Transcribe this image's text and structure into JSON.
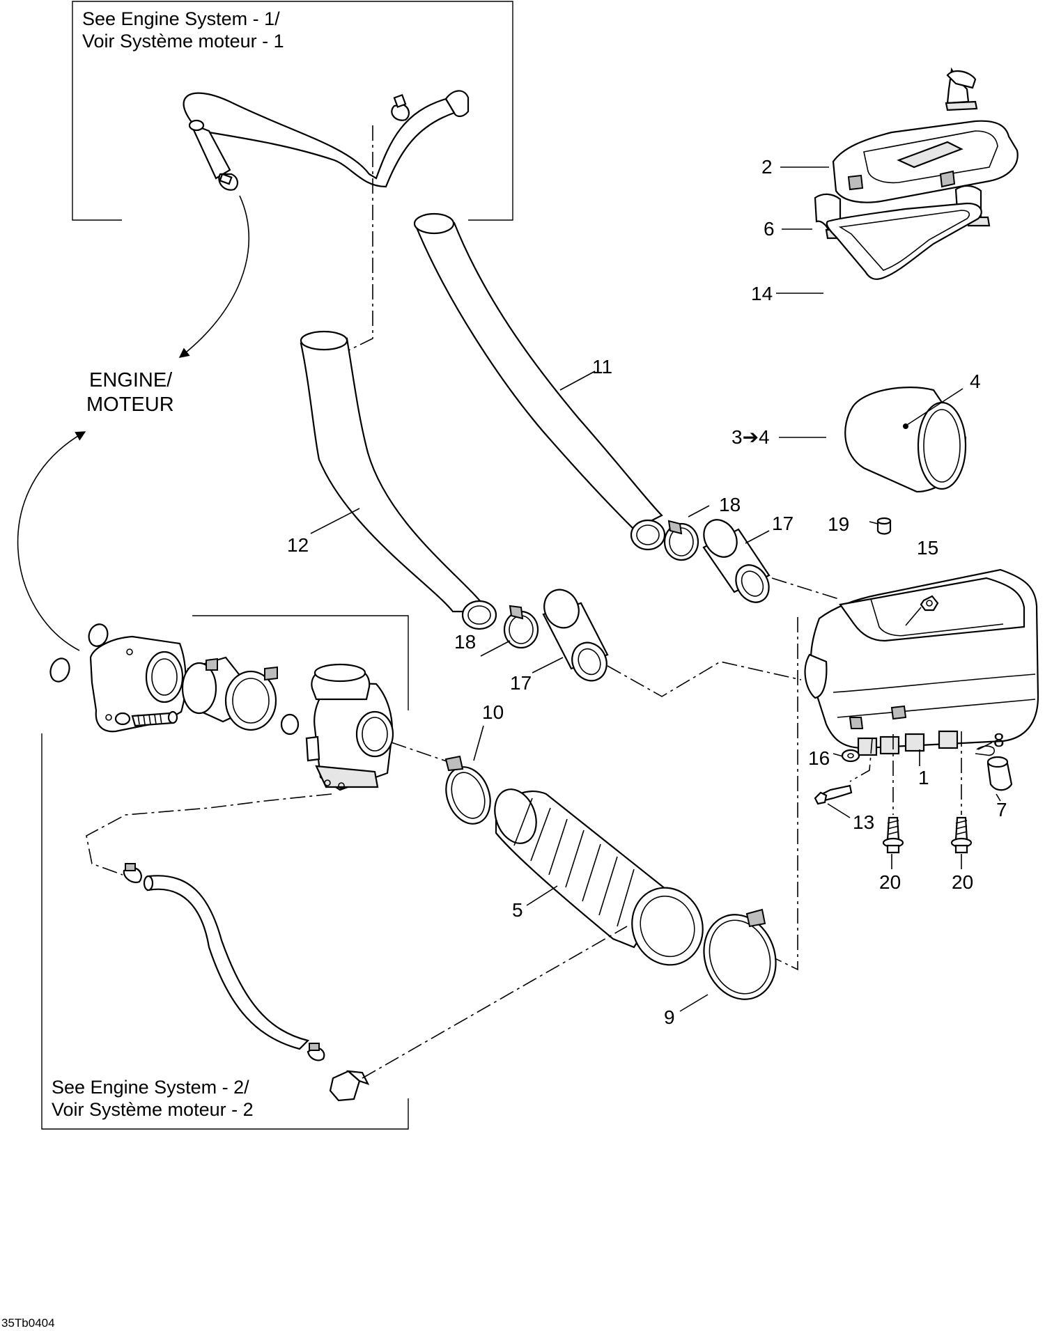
{
  "references": {
    "top": {
      "line1": "See Engine System - 1/",
      "line2": "Voir Système moteur - 1"
    },
    "bottom": {
      "line1": "See Engine System - 2/",
      "line2": "Voir Système moteur - 2"
    }
  },
  "engine": {
    "line1": "ENGINE/",
    "line2": "MOTEUR"
  },
  "callouts": {
    "p1": "1",
    "p2": "2",
    "p34": "3➔4",
    "p4": "4",
    "p5": "5",
    "p6": "6",
    "p7": "7",
    "p8": "8",
    "p9": "9",
    "p10": "10",
    "p11": "11",
    "p12": "12",
    "p13": "13",
    "p14": "14",
    "p15": "15",
    "p16": "16",
    "p17a": "17",
    "p17b": "17",
    "p18a": "18",
    "p18b": "18",
    "p19": "19",
    "p20a": "20",
    "p20b": "20"
  },
  "figure_code": "35Tb0404"
}
